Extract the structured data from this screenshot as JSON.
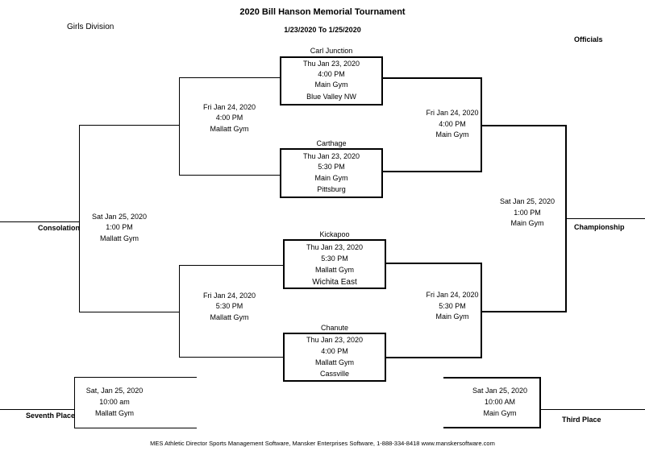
{
  "header": {
    "title": "2020 Bill Hanson Memorial Tournament",
    "dates": "1/23/2020 To 1/25/2020",
    "division": "Girls Division",
    "officials": "Officials"
  },
  "first_round": [
    {
      "top_team": "Carl Junction",
      "date": "Thu Jan 23, 2020",
      "time": "4:00 PM",
      "location": "Main Gym",
      "bottom_team": "Blue Valley NW"
    },
    {
      "top_team": "Carthage",
      "date": "Thu Jan 23, 2020",
      "time": "5:30 PM",
      "location": "Main Gym",
      "bottom_team": "Pittsburg"
    },
    {
      "top_team": "Kickapoo",
      "date": "Thu Jan 23, 2020",
      "time": "5:30 PM",
      "location": "Mallatt Gym",
      "bottom_team": "Wichita East"
    },
    {
      "top_team": "Chanute",
      "date": "Thu Jan 23, 2020",
      "time": "4:00 PM",
      "location": "Mallatt Gym",
      "bottom_team": "Cassville"
    }
  ],
  "consolation_semis": [
    {
      "date": "Fri Jan 24, 2020",
      "time": "4:00 PM",
      "location": "Mallatt Gym"
    },
    {
      "date": "Fri Jan 24, 2020",
      "time": "5:30 PM",
      "location": "Mallatt Gym"
    }
  ],
  "winner_semis": [
    {
      "date": "Fri Jan 24, 2020",
      "time": "4:00 PM",
      "location": "Main Gym"
    },
    {
      "date": "Fri Jan 24, 2020",
      "time": "5:30 PM",
      "location": "Main Gym"
    }
  ],
  "consolation_final": {
    "date": "Sat Jan 25, 2020",
    "time": "1:00 PM",
    "location": "Mallatt Gym",
    "label": "Consolation"
  },
  "championship": {
    "date": "Sat Jan 25, 2020",
    "time": "1:00 PM",
    "location": "Main Gym",
    "label": "Championship"
  },
  "seventh_place": {
    "date": "Sat, Jan 25, 2020",
    "time": "10:00 am",
    "location": "Mallatt Gym",
    "label": "Seventh Place"
  },
  "third_place": {
    "date": "Sat Jan 25, 2020",
    "time": "10:00 AM",
    "location": "Main Gym",
    "label": "Third Place"
  },
  "footer": "MES Athletic Director Sports Management Software, Mansker Enterprises Software, 1-888-334-8418 www.manskersoftware.com"
}
